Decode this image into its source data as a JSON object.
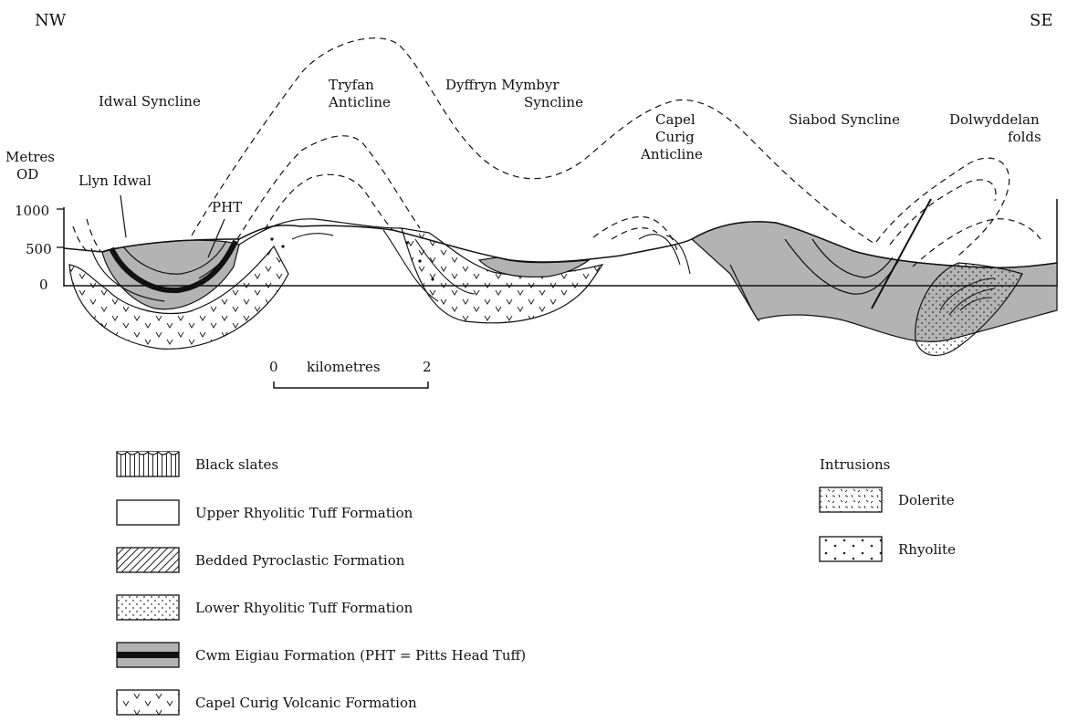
{
  "directions": {
    "left": "NW",
    "right": "SE"
  },
  "axis": {
    "label_line1": "Metres",
    "label_line2": "OD",
    "ticks": [
      "1000",
      "500",
      "0"
    ]
  },
  "structures": {
    "idwal_syncline": "Idwal Syncline",
    "tryfan_line1": "Tryfan",
    "tryfan_line2": "Anticline",
    "dyffryn_line1": "Dyffryn Mymbyr",
    "dyffryn_line2": "Syncline",
    "capel_line1": "Capel",
    "capel_line2": "Curig",
    "capel_line3": "Anticline",
    "siabod": "Siabod Syncline",
    "dolwyddelan_line1": "Dolwyddelan",
    "dolwyddelan_line2": "folds",
    "llyn_idwal": "Llyn Idwal",
    "pht": "PHT"
  },
  "scale_bar": {
    "start": "0",
    "unit": "kilometres",
    "end": "2"
  },
  "legend": {
    "black_slates": "Black slates",
    "upper_rhyolitic": "Upper Rhyolitic Tuff Formation",
    "bedded_pyroclastic": "Bedded Pyroclastic Formation",
    "lower_rhyolitic": "Lower Rhyolitic Tuff Formation",
    "cwm_eigiau": "Cwm Eigiau Formation (PHT = Pitts Head Tuff)",
    "capel_curig_volcanic": "Capel Curig Volcanic Formation"
  },
  "intrusions": {
    "title": "Intrusions",
    "dolerite": "Dolerite",
    "rhyolite": "Rhyolite"
  },
  "colors": {
    "shaded": "#b3b3b3",
    "line": "#111111",
    "background": "#ffffff"
  }
}
